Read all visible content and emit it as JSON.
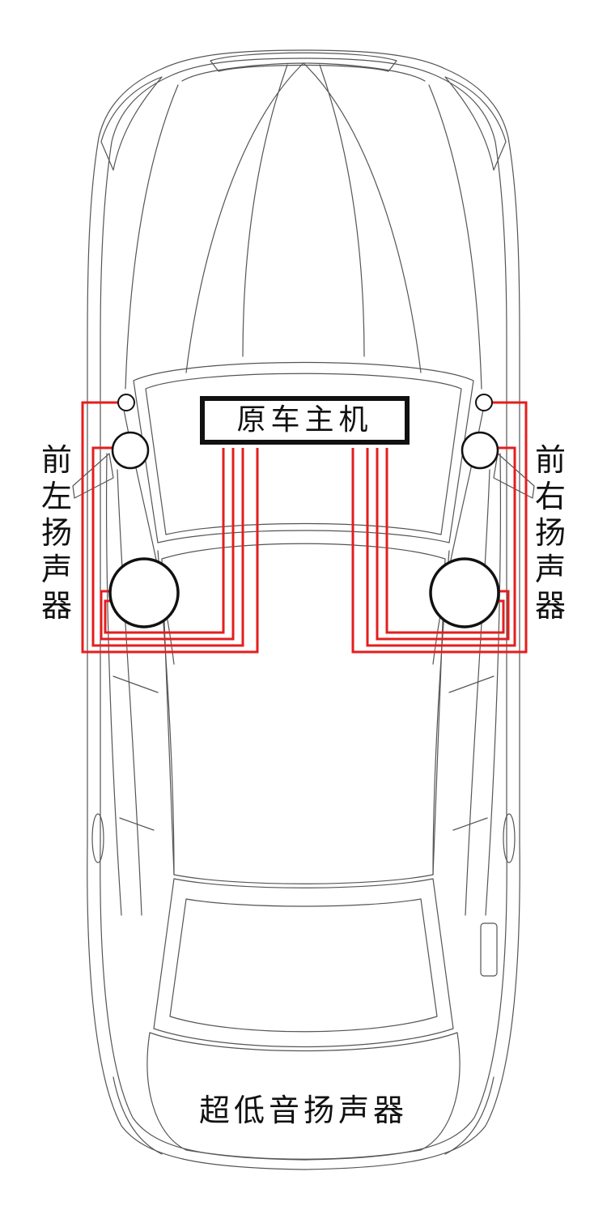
{
  "labels": {
    "head_unit": "原车主机",
    "front_left_speaker": "前左扬声器",
    "front_right_speaker": "前右扬声器",
    "subwoofer": "超低音扬声器"
  },
  "colors": {
    "wiring": "#e41e1e",
    "outline": "#555555",
    "speaker": "#111111"
  }
}
